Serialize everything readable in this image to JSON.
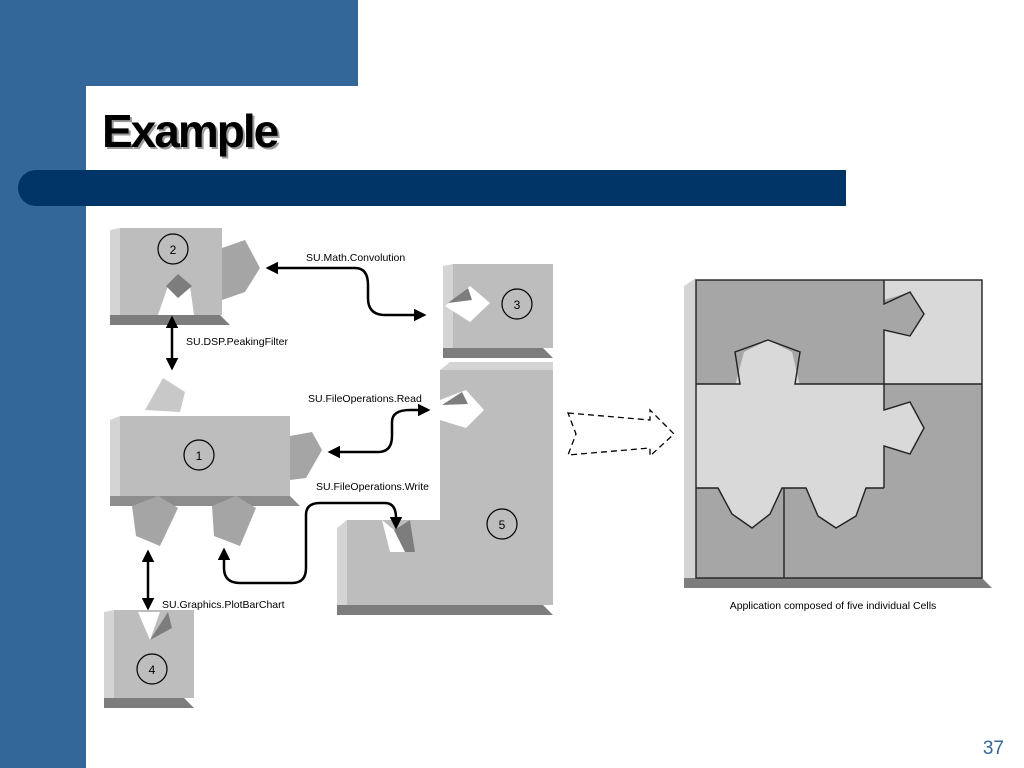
{
  "slide": {
    "title": "Example",
    "page_number": "37"
  },
  "diagram": {
    "cells": [
      {
        "id": "1",
        "label": "1"
      },
      {
        "id": "2",
        "label": "2"
      },
      {
        "id": "3",
        "label": "3"
      },
      {
        "id": "4",
        "label": "4"
      },
      {
        "id": "5",
        "label": "5"
      }
    ],
    "connections": [
      {
        "from": "2",
        "to": "3",
        "label": "SU.Math.Convolution"
      },
      {
        "from": "2",
        "to": "1",
        "label": "SU.DSP.PeakingFilter"
      },
      {
        "from": "1",
        "to": "5",
        "label": "SU.FileOperations.Read"
      },
      {
        "from": "1",
        "to": "5",
        "label": "SU.FileOperations.Write"
      },
      {
        "from": "1",
        "to": "4",
        "label": "SU.Graphics.PlotBarChart"
      }
    ],
    "caption": "Application composed of five individual Cells"
  },
  "colors": {
    "background_band": "#336699",
    "title_bar": "#003366",
    "cell_top": "#b9b9b9",
    "cell_side": "#8f8f8f",
    "assembled_dark": "#a6a6a6",
    "assembled_light": "#d9d9d9"
  }
}
